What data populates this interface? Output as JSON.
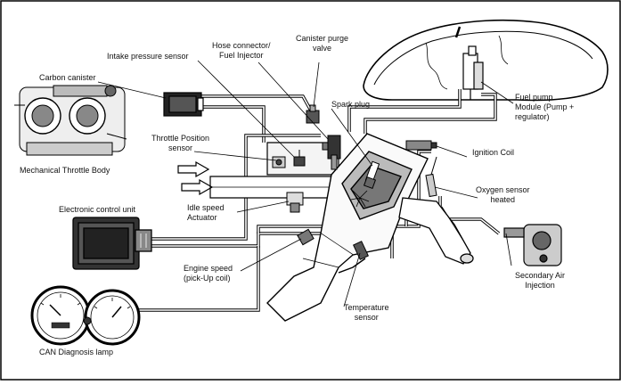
{
  "labels": {
    "intake_pressure_sensor": "Intake pressure sensor",
    "hose_connector_line1": "Hose connector/",
    "hose_connector_line2": "Fuel Injector",
    "canister_purge_line1": "Canister purge",
    "canister_purge_line2": "valve",
    "carbon_canister": "Carbon canister",
    "spark_plug": "Spark plug",
    "fuel_pump_line1": "Fuel pump",
    "fuel_pump_line2": "Module (Pump +",
    "fuel_pump_line3": "regulator)",
    "throttle_position_line1": "Throttle Position",
    "throttle_position_line2": "sensor",
    "ignition_coil": "Ignition Coil",
    "mechanical_throttle_body": "Mechanical Throttle Body",
    "oxygen_sensor_line1": "Oxygen sensor",
    "oxygen_sensor_line2": "heated",
    "electronic_control_unit": "Electronic control unit",
    "idle_speed_line1": "Idle speed",
    "idle_speed_line2": "Actuator",
    "engine_speed_line1": "Engine speed",
    "engine_speed_line2": "(pick-Up coil)",
    "secondary_air_line1": "Secondary Air",
    "secondary_air_line2": "Injection",
    "temperature_line1": "Temperature",
    "temperature_line2": "sensor",
    "can_diagnosis_lamp": "CAN Diagnosis lamp"
  }
}
